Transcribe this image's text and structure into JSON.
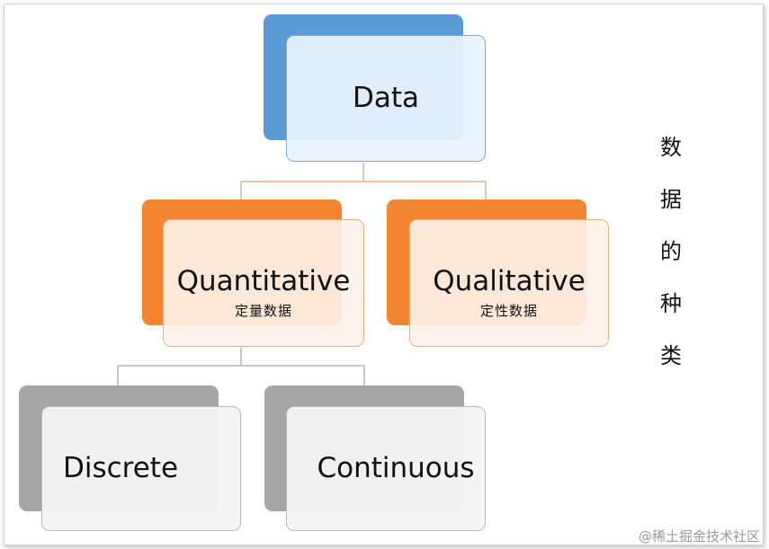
{
  "nodes": {
    "data": {
      "label": "Data"
    },
    "quantitative": {
      "label": "Quantitative",
      "sublabel": "定量数据"
    },
    "qualitative": {
      "label": "Qualitative",
      "sublabel": "定性数据"
    },
    "discrete": {
      "label": "Discrete"
    },
    "continuous": {
      "label": "Continuous"
    }
  },
  "side_title": [
    "数",
    "据",
    "的",
    "种",
    "类"
  ],
  "watermark": "@稀土掘金技术社区",
  "colors": {
    "data_blue": "#5b9bd5",
    "category_orange": "#f58631",
    "leaf_gray": "#a5a5a5",
    "connector_orange": "#e8c8a6",
    "connector_gray": "#c8c8c8"
  }
}
